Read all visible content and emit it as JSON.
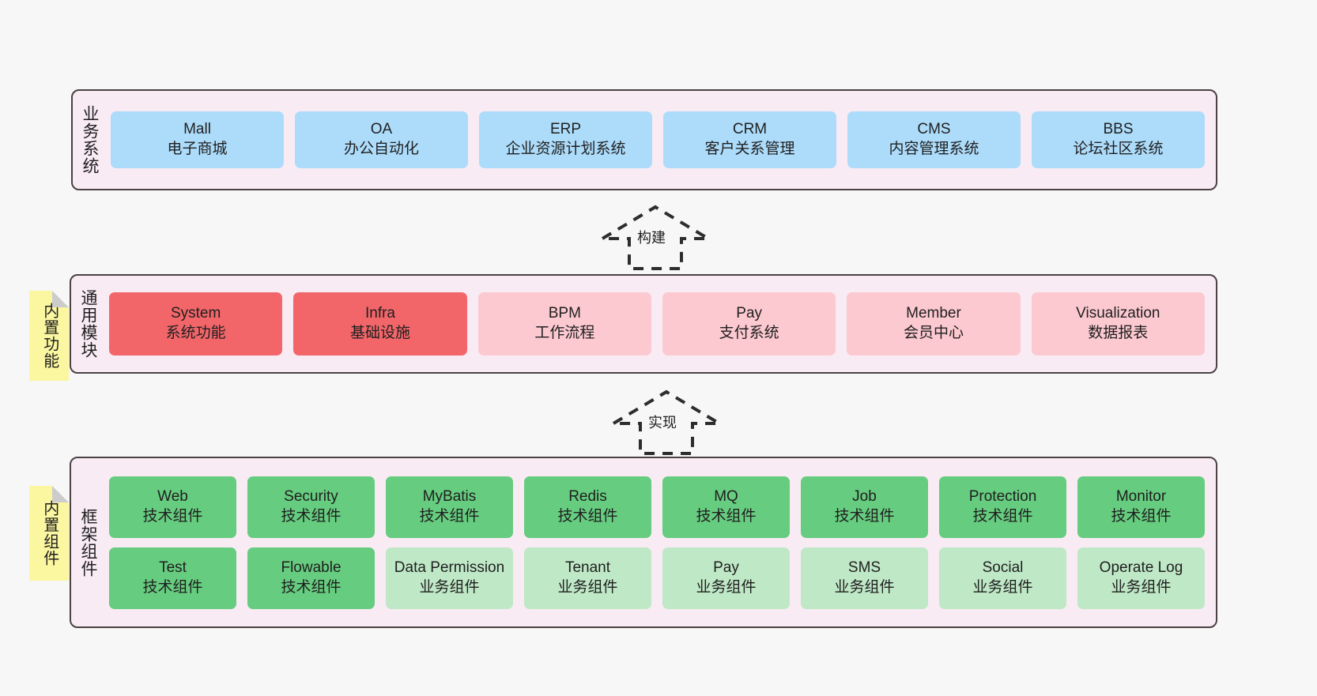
{
  "diagram": {
    "background_color": "#f7f7f7",
    "band_fill": "#f9ebf4",
    "band_border": "#4a4243",
    "sticky_color": "#fbf7a0"
  },
  "layers": [
    {
      "key": "business",
      "title": "业务系统",
      "rows": [
        {
          "items": [
            {
              "en": "Mall",
              "cn": "电子商城",
              "color": "#addcfb",
              "style": "c-blue"
            },
            {
              "en": "OA",
              "cn": "办公自动化",
              "color": "#addcfb",
              "style": "c-blue"
            },
            {
              "en": "ERP",
              "cn": "企业资源计划系统",
              "color": "#addcfb",
              "style": "c-blue"
            },
            {
              "en": "CRM",
              "cn": "客户关系管理",
              "color": "#addcfb",
              "style": "c-blue"
            },
            {
              "en": "CMS",
              "cn": "内容管理系统",
              "color": "#addcfb",
              "style": "c-blue"
            },
            {
              "en": "BBS",
              "cn": "论坛社区系统",
              "color": "#addcfb",
              "style": "c-blue"
            }
          ]
        }
      ]
    },
    {
      "key": "module",
      "title": "通用模块",
      "sticky": "内置功能",
      "rows": [
        {
          "items": [
            {
              "en": "System",
              "cn": "系统功能",
              "color": "#f2666a",
              "style": "c-red"
            },
            {
              "en": "Infra",
              "cn": "基础设施",
              "color": "#f2666a",
              "style": "c-red"
            },
            {
              "en": "BPM",
              "cn": "工作流程",
              "color": "#fcc9d0",
              "style": "c-pink"
            },
            {
              "en": "Pay",
              "cn": "支付系统",
              "color": "#fcc9d0",
              "style": "c-pink"
            },
            {
              "en": "Member",
              "cn": "会员中心",
              "color": "#fcc9d0",
              "style": "c-pink"
            },
            {
              "en": "Visualization",
              "cn": "数据报表",
              "color": "#fcc9d0",
              "style": "c-pink"
            }
          ]
        }
      ]
    },
    {
      "key": "framework",
      "title": "框架组件",
      "sticky": "内置组件",
      "rows": [
        {
          "items": [
            {
              "en": "Web",
              "cn": "技术组件",
              "color": "#66cc7f",
              "style": "c-green"
            },
            {
              "en": "Security",
              "cn": "技术组件",
              "color": "#66cc7f",
              "style": "c-green"
            },
            {
              "en": "MyBatis",
              "cn": "技术组件",
              "color": "#66cc7f",
              "style": "c-green"
            },
            {
              "en": "Redis",
              "cn": "技术组件",
              "color": "#66cc7f",
              "style": "c-green"
            },
            {
              "en": "MQ",
              "cn": "技术组件",
              "color": "#66cc7f",
              "style": "c-green"
            },
            {
              "en": "Job",
              "cn": "技术组件",
              "color": "#66cc7f",
              "style": "c-green"
            },
            {
              "en": "Protection",
              "cn": "技术组件",
              "color": "#66cc7f",
              "style": "c-green"
            },
            {
              "en": "Monitor",
              "cn": "技术组件",
              "color": "#66cc7f",
              "style": "c-green"
            }
          ]
        },
        {
          "items": [
            {
              "en": "Test",
              "cn": "技术组件",
              "color": "#66cc7f",
              "style": "c-green"
            },
            {
              "en": "Flowable",
              "cn": "技术组件",
              "color": "#66cc7f",
              "style": "c-green"
            },
            {
              "en": "Data Permission",
              "cn": "业务组件",
              "color": "#bfe8c6",
              "style": "c-lightgreen",
              "wrap": true
            },
            {
              "en": "Tenant",
              "cn": "业务组件",
              "color": "#bfe8c6",
              "style": "c-lightgreen"
            },
            {
              "en": "Pay",
              "cn": "业务组件",
              "color": "#bfe8c6",
              "style": "c-lightgreen"
            },
            {
              "en": "SMS",
              "cn": "业务组件",
              "color": "#bfe8c6",
              "style": "c-lightgreen"
            },
            {
              "en": "Social",
              "cn": "业务组件",
              "color": "#bfe8c6",
              "style": "c-lightgreen"
            },
            {
              "en": "Operate Log",
              "cn": "业务组件",
              "color": "#bfe8c6",
              "style": "c-lightgreen"
            }
          ]
        }
      ]
    }
  ],
  "arrows": [
    {
      "key": "build",
      "label": "构建"
    },
    {
      "key": "implement",
      "label": "实现"
    }
  ]
}
